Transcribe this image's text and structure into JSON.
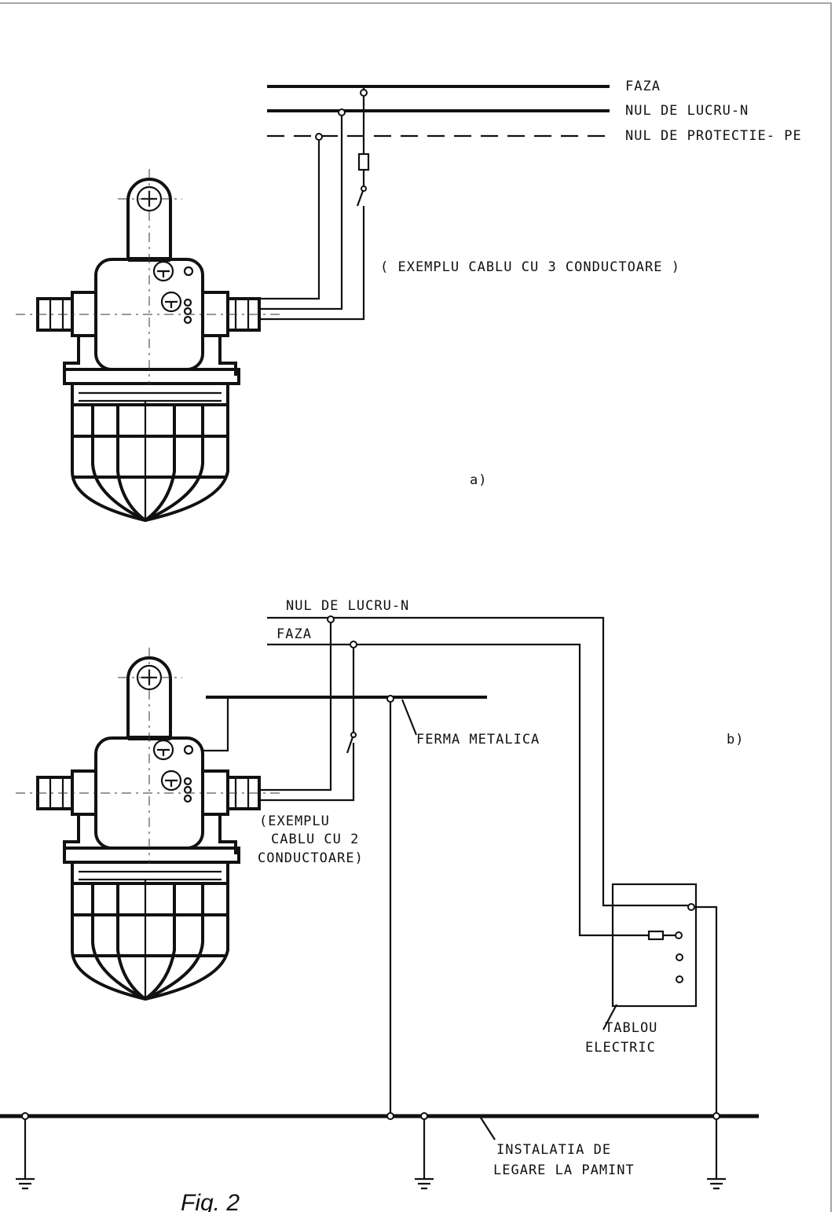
{
  "diagram_a": {
    "lines": [
      "FAZA",
      "NUL  DE  LUCRU-N",
      "NUL  DE  PROTECTIE- PE"
    ],
    "cable_note": "( EXEMPLU  CABLU  CU 3 CONDUCTOARE )",
    "panel_label": "a)"
  },
  "diagram_b": {
    "neutral_label": "NUL  DE  LUCRU-N",
    "phase_label": "FAZA",
    "truss_label": "FERMA METALICA",
    "panel_label": "b)",
    "cable_note": [
      "(EXEMPLU",
      "CABLU CU 2",
      "CONDUCTOARE)"
    ],
    "board_label": [
      "TABLOU",
      "ELECTRIC"
    ],
    "ground_label": [
      "INSTALATIA  DE",
      "LEGARE LA PAMINT"
    ]
  },
  "caption": "Fig. 2"
}
